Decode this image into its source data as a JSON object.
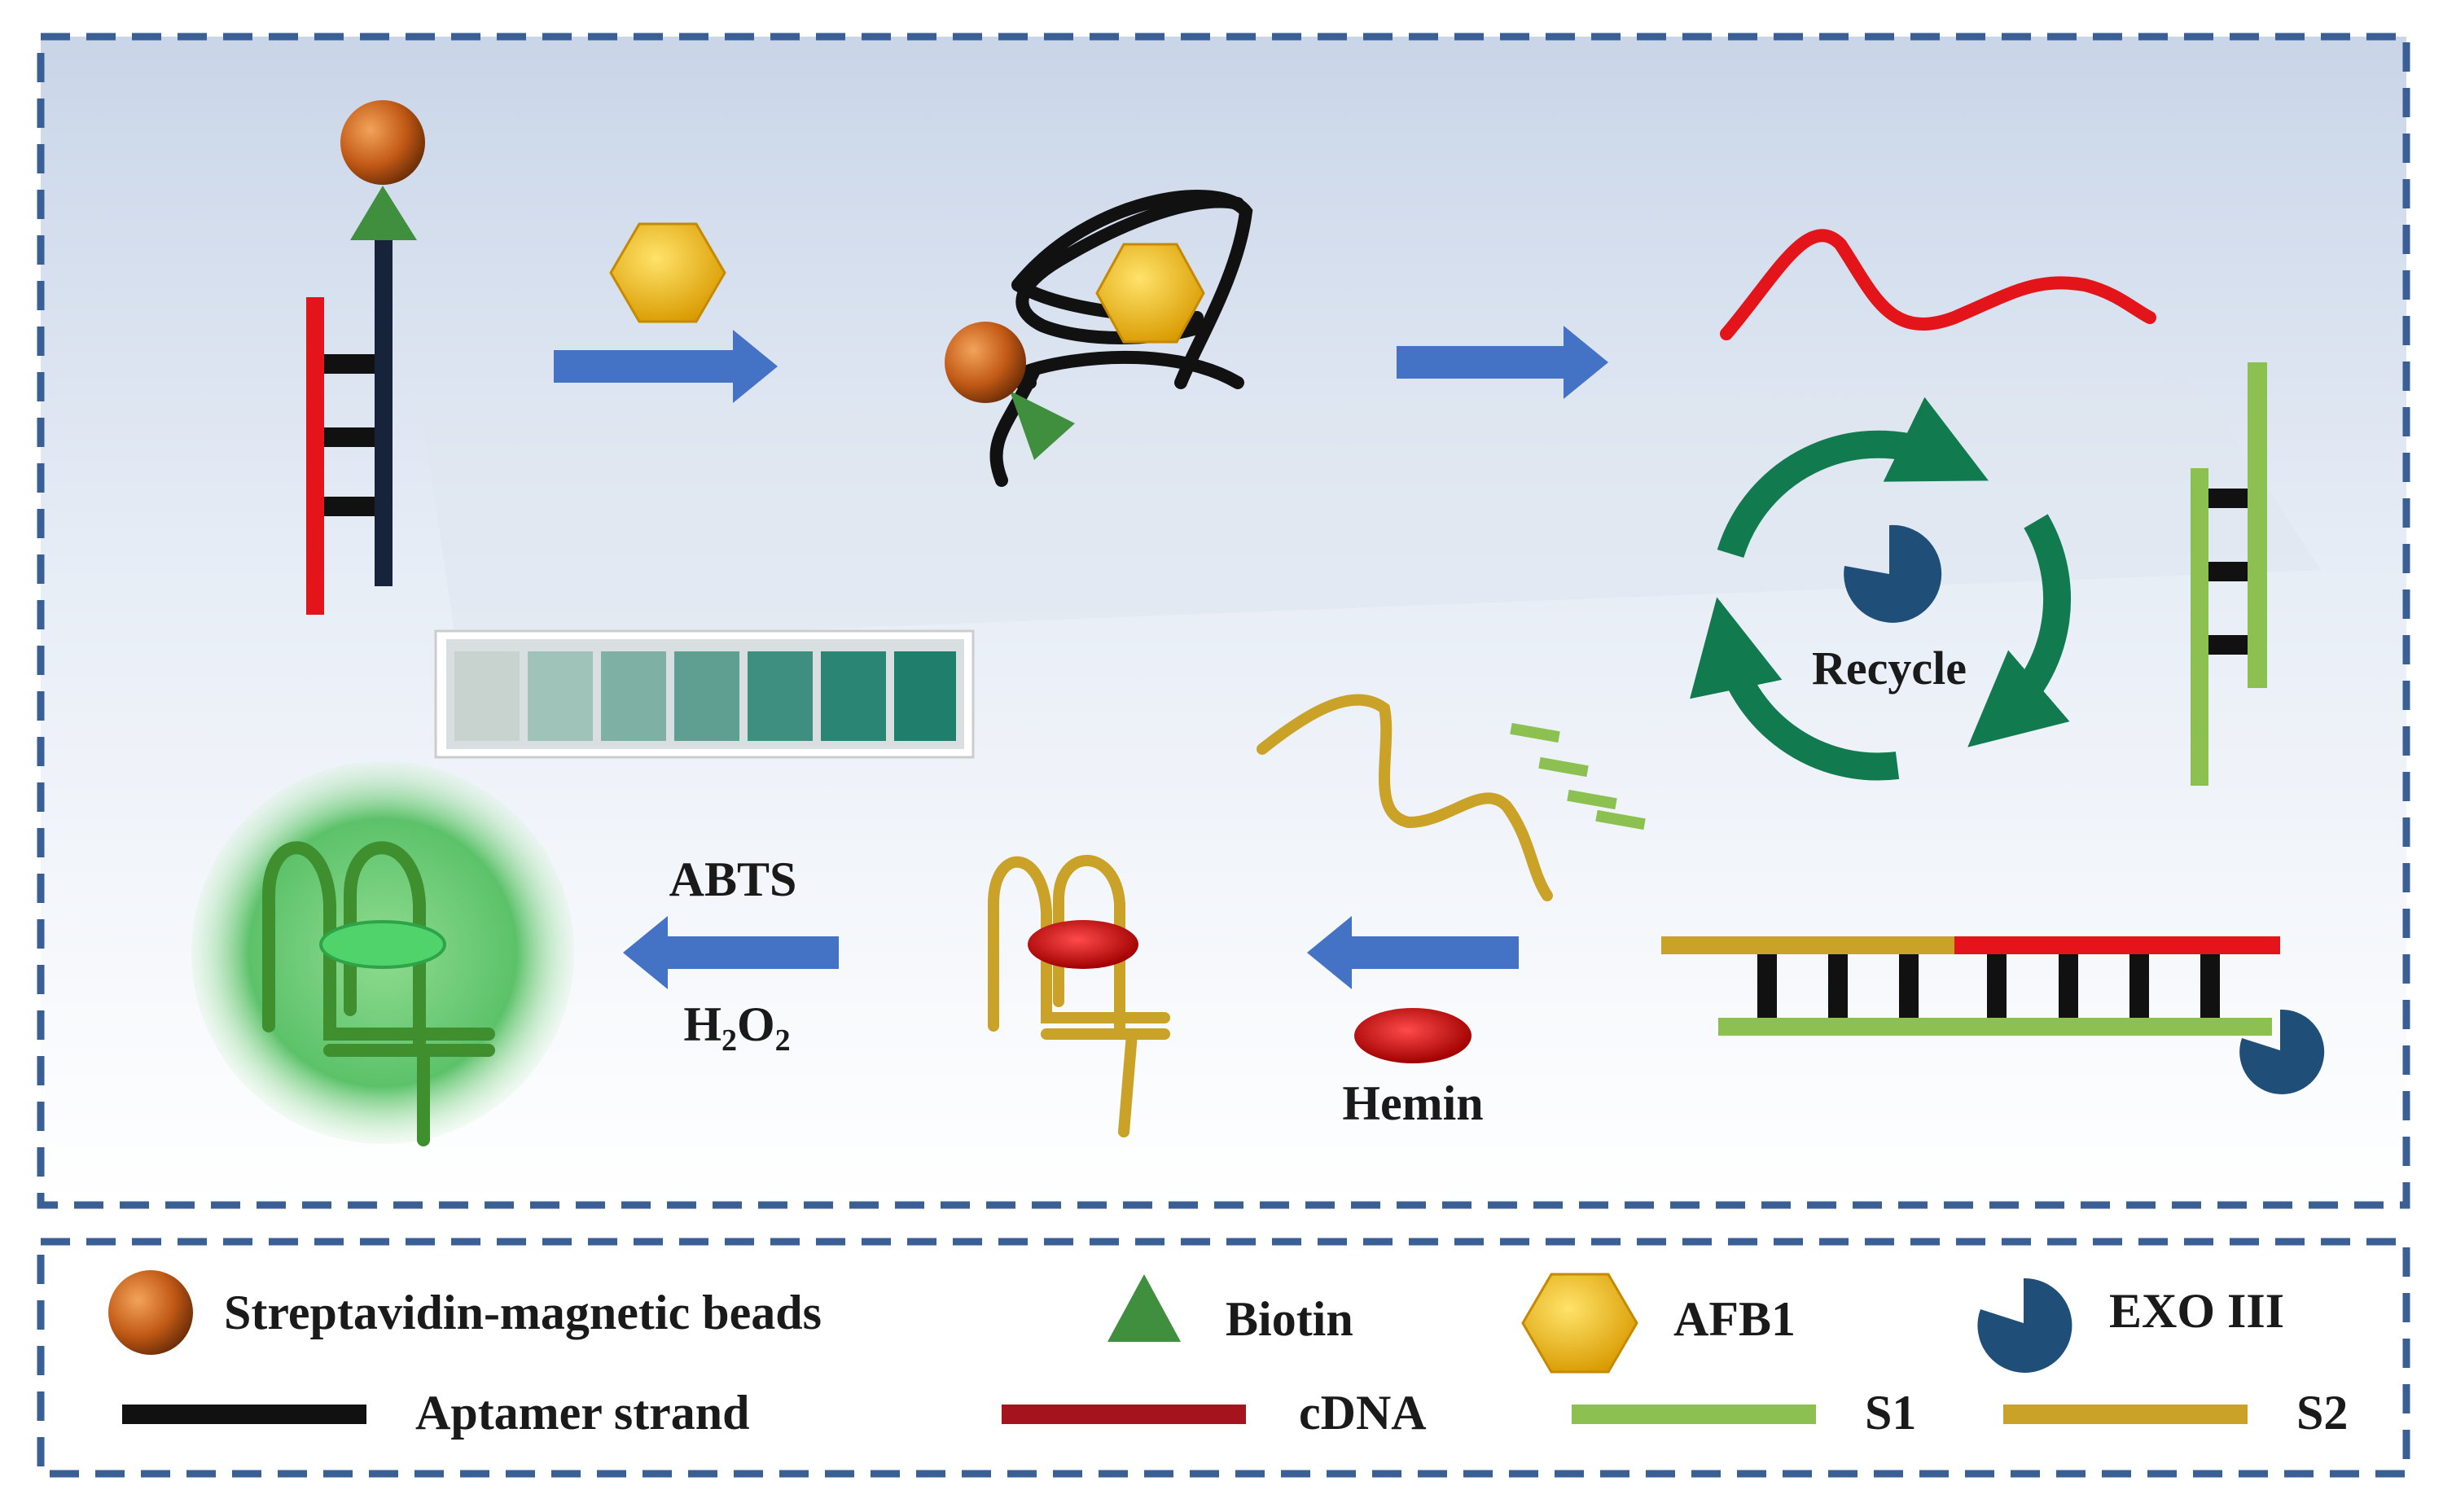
{
  "process": {
    "recycle_label": "Recycle",
    "hemin_label": "Hemin",
    "abts_label": "ABTS",
    "h2o2": {
      "h": "H",
      "sub2": "2",
      "o": "O"
    }
  },
  "legend": {
    "row1": [
      {
        "icon": "bead-icon",
        "label": "Streptavidin-magnetic beads"
      },
      {
        "icon": "triangle-icon",
        "label": "Biotin"
      },
      {
        "icon": "hexagon-icon",
        "label": "AFB1"
      },
      {
        "icon": "exo-icon",
        "label": "EXO III"
      }
    ],
    "row2": [
      {
        "icon": "black-line-icon",
        "label": "Aptamer strand"
      },
      {
        "icon": "red-line-icon",
        "label": "cDNA"
      },
      {
        "icon": "green-line-icon",
        "label": "S1"
      },
      {
        "icon": "yellow-line-icon",
        "label": "S2"
      }
    ]
  },
  "colors": {
    "frame": "#3a5f94",
    "arrow": "#4472c4",
    "aptamer": "#111111",
    "cdna": "#e3151a",
    "s1": "#8cc152",
    "s2": "#c9a227",
    "bead": "#c25a16",
    "biotin": "#3f8f3f",
    "afb1": "#f2c21b",
    "exo": "#1f4e79",
    "recycle": "#127a4f",
    "hemin": "#c8101a",
    "glow": "#46c25a"
  }
}
